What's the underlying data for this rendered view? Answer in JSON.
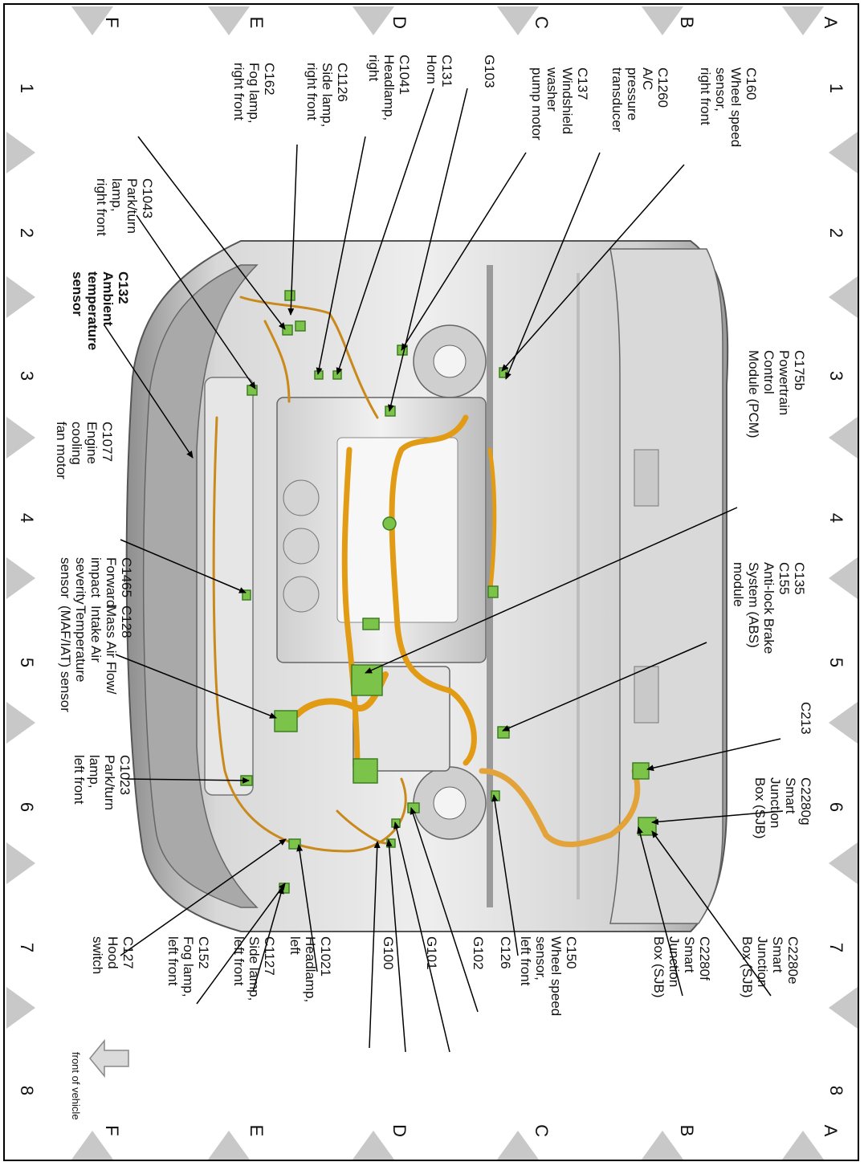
{
  "grid": {
    "columns": [
      "1",
      "2",
      "3",
      "4",
      "5",
      "6",
      "7",
      "8"
    ],
    "rows": [
      "A",
      "B",
      "C",
      "D",
      "E",
      "F"
    ]
  },
  "footer": {
    "front_of_vehicle": "front of vehicle"
  },
  "callouts": [
    {
      "id": "C160",
      "lines": [
        "C160",
        "Wheel speed",
        "sensor,",
        "right front"
      ]
    },
    {
      "id": "C1260",
      "lines": [
        "C1260",
        "A/C",
        "pressure",
        "transducer"
      ]
    },
    {
      "id": "C137",
      "lines": [
        "C137",
        "Windshield",
        "washer",
        "pump motor"
      ]
    },
    {
      "id": "G103",
      "lines": [
        "G103"
      ]
    },
    {
      "id": "C131",
      "lines": [
        "C131",
        "Horn"
      ]
    },
    {
      "id": "C1041",
      "lines": [
        "C1041",
        "Headlamp,",
        "right"
      ]
    },
    {
      "id": "C1126",
      "lines": [
        "C1126",
        "Side lamp,",
        "right front"
      ]
    },
    {
      "id": "C162",
      "lines": [
        "C162",
        "Fog lamp,",
        "right front"
      ]
    },
    {
      "id": "C1043",
      "lines": [
        "C1043",
        "Park/turn",
        "lamp,",
        "right front"
      ]
    },
    {
      "id": "C132",
      "lines": [
        "C132",
        "Ambient",
        "temperature",
        "sensor"
      ]
    },
    {
      "id": "C1077",
      "lines": [
        "C1077",
        "Engine",
        "cooling",
        "fan motor"
      ]
    },
    {
      "id": "C1465",
      "lines": [
        "C1465",
        "Forward",
        "impact",
        "severity",
        "sensor"
      ]
    },
    {
      "id": "C128",
      "lines": [
        "C128",
        "Mass Air Flow/",
        "Intake Air",
        "Temperature",
        "(MAF/IAT) sensor"
      ]
    },
    {
      "id": "C1023",
      "lines": [
        "C1023",
        "Park/turn",
        "lamp,",
        "left front"
      ]
    },
    {
      "id": "C127",
      "lines": [
        "C127",
        "Hood",
        "switch"
      ]
    },
    {
      "id": "C152",
      "lines": [
        "C152",
        "Fog lamp,",
        "left front"
      ]
    },
    {
      "id": "C1127",
      "lines": [
        "C1127",
        "Side lamp,",
        "left front"
      ]
    },
    {
      "id": "C1021",
      "lines": [
        "C1021",
        "Headlamp,",
        "left"
      ]
    },
    {
      "id": "G100",
      "lines": [
        "G100"
      ]
    },
    {
      "id": "G101",
      "lines": [
        "G101"
      ]
    },
    {
      "id": "G102",
      "lines": [
        "G102"
      ]
    },
    {
      "id": "C126",
      "lines": [
        "C126"
      ]
    },
    {
      "id": "C150",
      "lines": [
        "C150",
        "Wheel speed",
        "sensor,",
        "left front"
      ]
    },
    {
      "id": "C2280f",
      "lines": [
        "C2280f",
        "Smart",
        "Junction",
        "Box (SJB)"
      ]
    },
    {
      "id": "C2280e",
      "lines": [
        "C2280e",
        "Smart",
        "Junction",
        "Box (SJB)"
      ]
    },
    {
      "id": "C2280g",
      "lines": [
        "C2280g",
        "Smart",
        "Junction",
        "Box (SJB)"
      ]
    },
    {
      "id": "C213",
      "lines": [
        "C213"
      ]
    },
    {
      "id": "C135",
      "lines": [
        "C135",
        "C155",
        "Anti-lock Brake",
        "System (ABS)",
        "module"
      ]
    },
    {
      "id": "C175b",
      "lines": [
        "C175b",
        "Powertrain",
        "Control",
        "Module (PCM)"
      ]
    }
  ]
}
